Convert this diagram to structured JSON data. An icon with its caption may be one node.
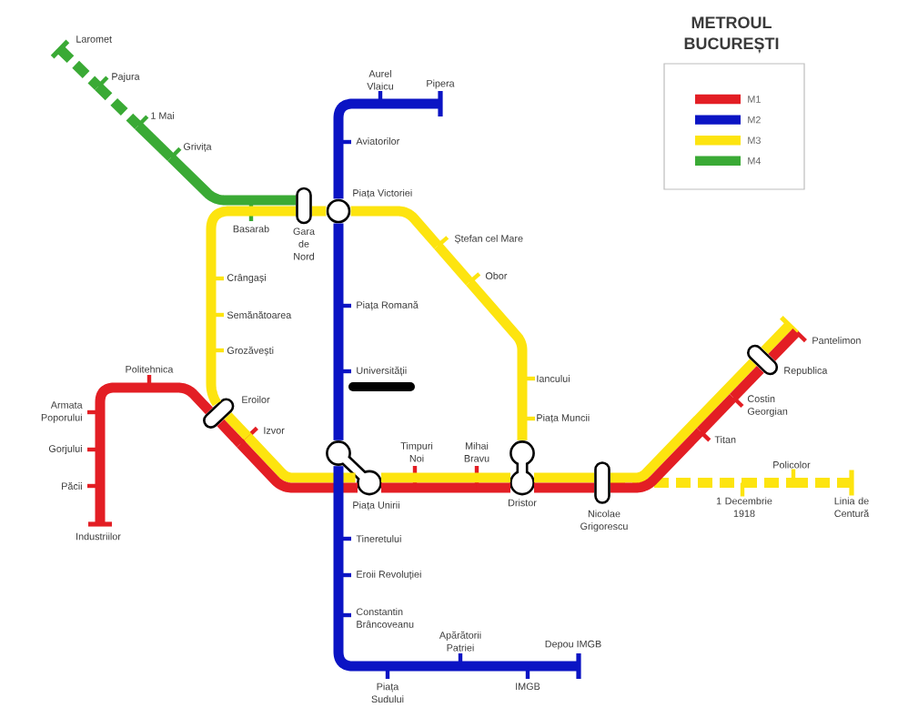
{
  "diagram": {
    "title": "METROUL BUCUREȘTI",
    "nodes": [
      {
        "text": [],
        "shape": "bar",
        "beside": [
          "Laromet"
        ]
      },
      {
        "text": [],
        "shape": "bar",
        "beside": [
          "Pajura"
        ]
      },
      {
        "text": [],
        "shape": "bar",
        "beside": [
          "1 Mai"
        ]
      },
      {
        "text": [],
        "shape": "bar",
        "beside": [
          "Grivița"
        ]
      },
      {
        "text": [],
        "shape": "bar",
        "beside": [
          "Basarab"
        ]
      },
      {
        "text": [],
        "shape": "capsule",
        "beside": [
          "Gara de Nord"
        ]
      },
      {
        "text": [],
        "shape": "circle",
        "beside": [
          "Piața Victoriei"
        ]
      },
      {
        "text": [],
        "shape": "bar",
        "beside": [
          "Crângași"
        ]
      },
      {
        "text": [],
        "shape": "bar",
        "beside": [
          "Semănătoarea"
        ]
      },
      {
        "text": [],
        "shape": "bar",
        "beside": [
          "Grozăvești"
        ]
      },
      {
        "text": [],
        "shape": "capsule",
        "beside": [
          "Eroilor"
        ]
      },
      {
        "text": [],
        "shape": "bar",
        "beside": [
          "Izvor"
        ]
      },
      {
        "text": [],
        "shape": "dumbbell",
        "beside": [
          "Piața Unirii"
        ]
      },
      {
        "text": [],
        "shape": "bar",
        "beside": [
          "Timpuri Noi"
        ]
      },
      {
        "text": [],
        "shape": "bar",
        "beside": [
          "Mihai Bravu"
        ]
      },
      {
        "text": [],
        "shape": "dumbbell",
        "beside": [
          "Dristor"
        ]
      },
      {
        "text": [],
        "shape": "bar",
        "beside": [
          "Piața Muncii"
        ]
      },
      {
        "text": [],
        "shape": "bar",
        "beside": [
          "Iancului"
        ]
      },
      {
        "text": [],
        "shape": "bar",
        "beside": [
          "Obor"
        ]
      },
      {
        "text": [],
        "shape": "bar",
        "beside": [
          "Ștefan cel Mare"
        ]
      },
      {
        "text": [],
        "shape": "bar",
        "beside": [
          "Pipera"
        ]
      },
      {
        "text": [],
        "shape": "bar",
        "beside": [
          "Aurel Vlaicu"
        ]
      },
      {
        "text": [],
        "shape": "bar",
        "beside": [
          "Aviatorilor"
        ]
      },
      {
        "text": [],
        "shape": "bar",
        "beside": [
          "Piața Romană"
        ]
      },
      {
        "text": [],
        "shape": "bar",
        "beside": [
          "Universității"
        ]
      },
      {
        "text": [],
        "shape": "bar",
        "beside": [
          "Tineretului"
        ]
      },
      {
        "text": [],
        "shape": "bar",
        "beside": [
          "Eroii Revoluției"
        ]
      },
      {
        "text": [],
        "shape": "bar",
        "beside": [
          "Constantin Brâncoveanu"
        ]
      },
      {
        "text": [],
        "shape": "bar",
        "beside": [
          "Piața Sudului"
        ]
      },
      {
        "text": [],
        "shape": "bar",
        "beside": [
          "Apărătorii Patriei"
        ]
      },
      {
        "text": [],
        "shape": "bar",
        "beside": [
          "IMGB"
        ]
      },
      {
        "text": [],
        "shape": "bar",
        "beside": [
          "Depou IMGB"
        ]
      },
      {
        "text": [],
        "shape": "bar",
        "beside": [
          "Industriilor"
        ]
      },
      {
        "text": [],
        "shape": "bar",
        "beside": [
          "Păcii"
        ]
      },
      {
        "text": [],
        "shape": "bar",
        "beside": [
          "Gorjului"
        ]
      },
      {
        "text": [],
        "shape": "bar",
        "beside": [
          "Armata Poporului"
        ]
      },
      {
        "text": [],
        "shape": "bar",
        "beside": [
          "Politehnica"
        ]
      },
      {
        "text": [],
        "shape": "bar",
        "beside": [
          "Titan"
        ]
      },
      {
        "text": [],
        "shape": "bar",
        "beside": [
          "Costin Georgian"
        ]
      },
      {
        "text": [],
        "shape": "capsule",
        "beside": [
          "Republica"
        ]
      },
      {
        "text": [],
        "shape": "bar",
        "beside": [
          "Pantelimon"
        ]
      },
      {
        "text": [],
        "shape": "bar"
      },
      {
        "text": [],
        "shape": "capsule",
        "beside": [
          "Nicolae Grigorescu"
        ]
      },
      {
        "text": [],
        "shape": "bar",
        "beside": [
          "1 Decembrie 1918"
        ]
      },
      {
        "text": [],
        "shape": "bar",
        "beside": [
          "Policolor"
        ]
      },
      {
        "text": [],
        "shape": "bar",
        "beside": [
          "Linia de Centură"
        ]
      }
    ],
    "edges": [
      {
        "from": 0,
        "to": 1,
        "arrow": "none",
        "style": "dashed",
        "color": "#3aaa35"
      },
      {
        "from": 1,
        "to": 2,
        "arrow": "none",
        "style": "dashed",
        "color": "#3aaa35"
      },
      {
        "from": 2,
        "to": 3,
        "arrow": "none",
        "color": "#3aaa35"
      },
      {
        "from": 3,
        "to": 4,
        "arrow": "none",
        "color": "#3aaa35"
      },
      {
        "from": 4,
        "to": 5,
        "arrow": "none",
        "color": "#3aaa35"
      },
      {
        "from": 6,
        "to": 5,
        "arrow": "none"
      },
      {
        "from": 5,
        "to": 4,
        "arrow": "none"
      },
      {
        "from": 4,
        "to": 7,
        "arrow": "none"
      },
      {
        "from": 7,
        "to": 8,
        "arrow": "none"
      },
      {
        "from": 8,
        "to": 9,
        "arrow": "none"
      },
      {
        "from": 9,
        "to": 10,
        "arrow": "none"
      },
      {
        "from": 10,
        "to": 11,
        "arrow": "none"
      },
      {
        "from": 11,
        "to": 12,
        "arrow": "none"
      },
      {
        "from": 12,
        "to": 13,
        "arrow": "none"
      },
      {
        "from": 13,
        "to": 14,
        "arrow": "none"
      },
      {
        "from": 14,
        "to": 15,
        "arrow": "none"
      },
      {
        "from": 15,
        "to": 16,
        "arrow": "none"
      },
      {
        "from": 16,
        "to": 17,
        "arrow": "none"
      },
      {
        "from": 17,
        "to": 18,
        "arrow": "none"
      },
      {
        "from": 18,
        "to": 19,
        "arrow": "none"
      },
      {
        "from": 19,
        "to": 6,
        "arrow": "none"
      },
      {
        "from": 15,
        "to": 42,
        "arrow": "none"
      },
      {
        "from": 42,
        "to": 39,
        "arrow": "none"
      },
      {
        "from": 39,
        "to": 41,
        "arrow": "none"
      },
      {
        "from": 42,
        "to": 43,
        "arrow": "none",
        "style": "dashed"
      },
      {
        "from": 43,
        "to": 44,
        "arrow": "none",
        "style": "dashed"
      },
      {
        "from": 44,
        "to": 45,
        "arrow": "none",
        "style": "dashed"
      },
      {
        "from": 20,
        "to": 21,
        "arrow": "none",
        "color": "#0b14c4"
      },
      {
        "from": 21,
        "to": 22,
        "arrow": "none",
        "color": "#0b14c4"
      },
      {
        "from": 22,
        "to": 6,
        "arrow": "none",
        "color": "#0b14c4"
      },
      {
        "from": 6,
        "to": 23,
        "arrow": "none",
        "color": "#0b14c4"
      },
      {
        "from": 23,
        "to": 24,
        "arrow": "none",
        "color": "#0b14c4"
      },
      {
        "from": 24,
        "to": 12,
        "arrow": "none",
        "color": "#0b14c4"
      },
      {
        "from": 12,
        "to": 25,
        "arrow": "none",
        "color": "#0b14c4"
      },
      {
        "from": 25,
        "to": 26,
        "arrow": "none",
        "color": "#0b14c4"
      },
      {
        "from": 26,
        "to": 27,
        "arrow": "none",
        "color": "#0b14c4"
      },
      {
        "from": 27,
        "to": 28,
        "arrow": "none",
        "color": "#0b14c4"
      },
      {
        "from": 28,
        "to": 29,
        "arrow": "none",
        "color": "#0b14c4"
      },
      {
        "from": 29,
        "to": 30,
        "arrow": "none",
        "color": "#0b14c4"
      },
      {
        "from": 30,
        "to": 31,
        "arrow": "none",
        "color": "#0b14c4"
      },
      {
        "from": 32,
        "to": 33,
        "arrow": "none",
        "color": "#e31e24"
      },
      {
        "from": 33,
        "to": 34,
        "arrow": "none",
        "color": "#e31e24"
      },
      {
        "from": 34,
        "to": 35,
        "arrow": "none",
        "color": "#e31e24"
      },
      {
        "from": 35,
        "to": 36,
        "arrow": "none",
        "color": "#e31e24"
      },
      {
        "from": 36,
        "to": 10,
        "arrow": "none",
        "color": "#e31e24"
      },
      {
        "from": 10,
        "to": 11,
        "arrow": "none",
        "color": "#e31e24"
      },
      {
        "from": 11,
        "to": 12,
        "arrow": "none",
        "color": "#e31e24"
      },
      {
        "from": 12,
        "to": 13,
        "arrow": "none",
        "color": "#e31e24"
      },
      {
        "from": 13,
        "to": 14,
        "arrow": "none",
        "color": "#e31e24"
      },
      {
        "from": 14,
        "to": 15,
        "arrow": "none",
        "color": "#e31e24"
      },
      {
        "from": 15,
        "to": 42,
        "arrow": "none",
        "color": "#e31e24"
      },
      {
        "from": 42,
        "to": 37,
        "arrow": "none",
        "color": "#e31e24"
      },
      {
        "from": 37,
        "to": 38,
        "arrow": "none",
        "color": "#e31e24"
      },
      {
        "from": 38,
        "to": 39,
        "arrow": "none",
        "color": "#e31e24"
      },
      {
        "from": 39,
        "to": 40,
        "arrow": "none",
        "color": "#e31e24"
      }
    ],
    "legend": [
      {
        "text": "M1",
        "color": "#e31e24"
      },
      {
        "text": "M2",
        "color": "#0b14c4"
      },
      {
        "text": "M3",
        "color": "#fde40f"
      },
      {
        "text": "M4",
        "color": "#3aaa35"
      }
    ]
  }
}
